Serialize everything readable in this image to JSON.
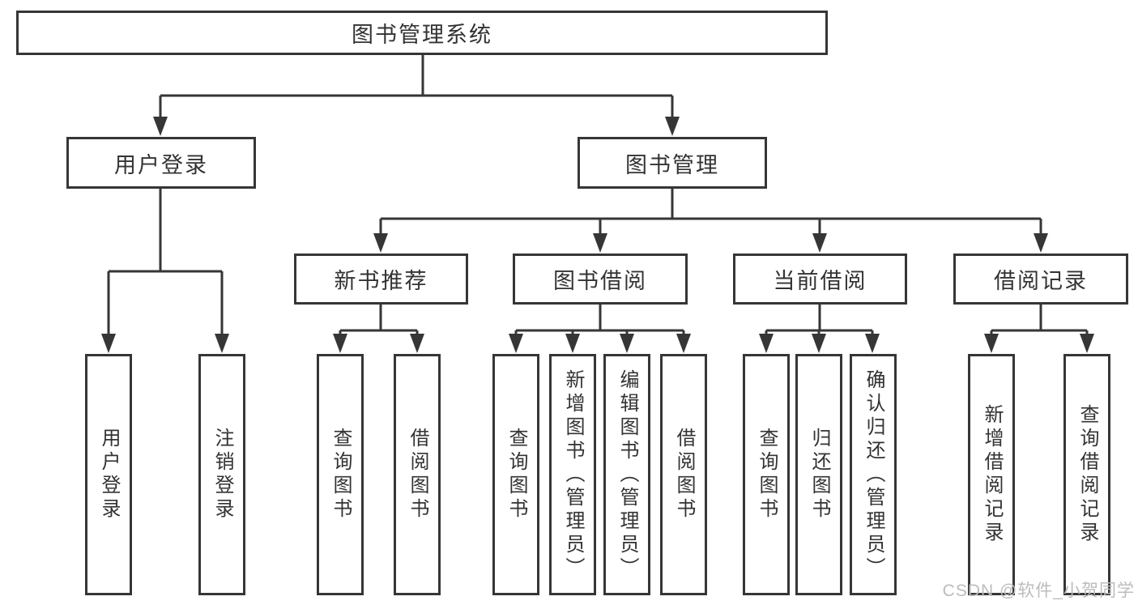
{
  "tree": {
    "root": {
      "label": "图书管理系统"
    },
    "level2": [
      {
        "label": "用户登录"
      },
      {
        "label": "图书管理"
      }
    ],
    "level3": [
      {
        "label": "新书推荐"
      },
      {
        "label": "图书借阅"
      },
      {
        "label": "当前借阅"
      },
      {
        "label": "借阅记录"
      }
    ],
    "leafGroups": [
      {
        "parent": "用户登录",
        "items": [
          {
            "label": "用户登录"
          },
          {
            "label": "注销登录"
          }
        ]
      },
      {
        "parent": "新书推荐",
        "items": [
          {
            "label": "查询图书"
          },
          {
            "label": "借阅图书"
          }
        ]
      },
      {
        "parent": "图书借阅",
        "items": [
          {
            "label": "查询图书"
          },
          {
            "label": "新增图书（管理员）"
          },
          {
            "label": "编辑图书（管理员）"
          },
          {
            "label": "借阅图书"
          }
        ]
      },
      {
        "parent": "当前借阅",
        "items": [
          {
            "label": "查询图书"
          },
          {
            "label": "归还图书"
          },
          {
            "label": "确认归还（管理员）"
          }
        ]
      },
      {
        "parent": "借阅记录",
        "items": [
          {
            "label": "新增借阅记录"
          },
          {
            "label": "查询借阅记录"
          }
        ]
      }
    ]
  },
  "watermark": {
    "text": "CSDN @软件_小贺同学"
  },
  "colors": {
    "line": "#363636",
    "text": "#333333",
    "box_background": "#ffffff",
    "page_background": "#ffffff",
    "watermark": "#bcbcbc"
  }
}
